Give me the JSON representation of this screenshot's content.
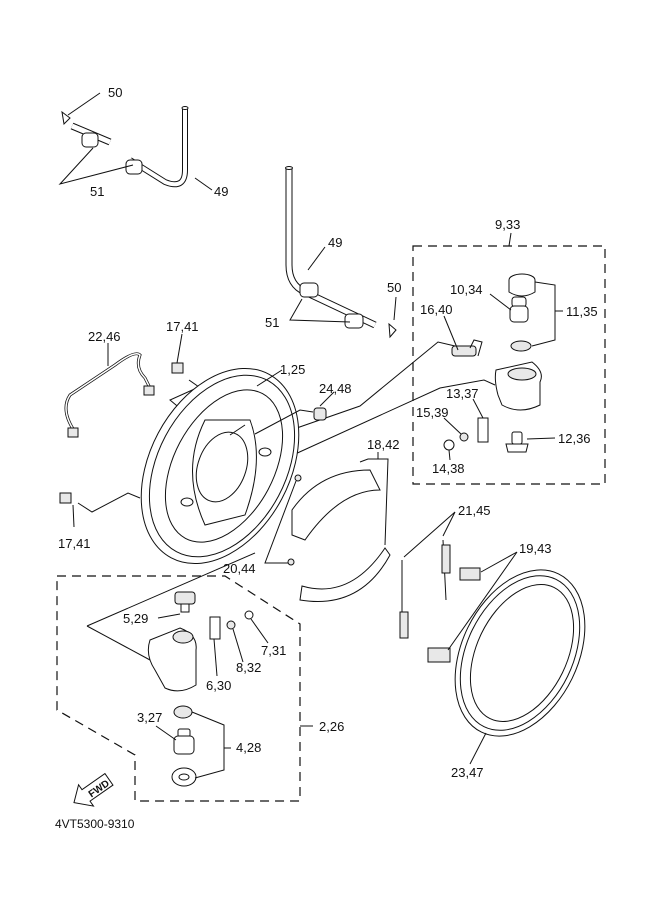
{
  "diagram": {
    "title": "Front brake assembly exploded parts diagram",
    "drawing_code": "4VT5300-9310",
    "direction_marker": "FWD",
    "callouts": {
      "c50a": "50",
      "c51a": "51",
      "c49a": "49",
      "c49b": "49",
      "c51b": "51",
      "c50b": "50",
      "c933": "9,33",
      "c1034": "10,34",
      "c1135": "11,35",
      "c1640": "16,40",
      "c1337": "13,37",
      "c1539": "15,39",
      "c1236": "12,36",
      "c1438": "14,38",
      "c2246": "22,46",
      "c1741a": "17,41",
      "c125": "1,25",
      "c2448": "24,48",
      "c1842": "18,42",
      "c1741b": "17,41",
      "c2044": "20,44",
      "c2145": "21,45",
      "c1943": "19,43",
      "c529": "5,29",
      "c731": "7,31",
      "c832": "8,32",
      "c630": "6,30",
      "c327": "3,27",
      "c428": "4,28",
      "c226": "2,26",
      "c2347": "23,47"
    }
  }
}
